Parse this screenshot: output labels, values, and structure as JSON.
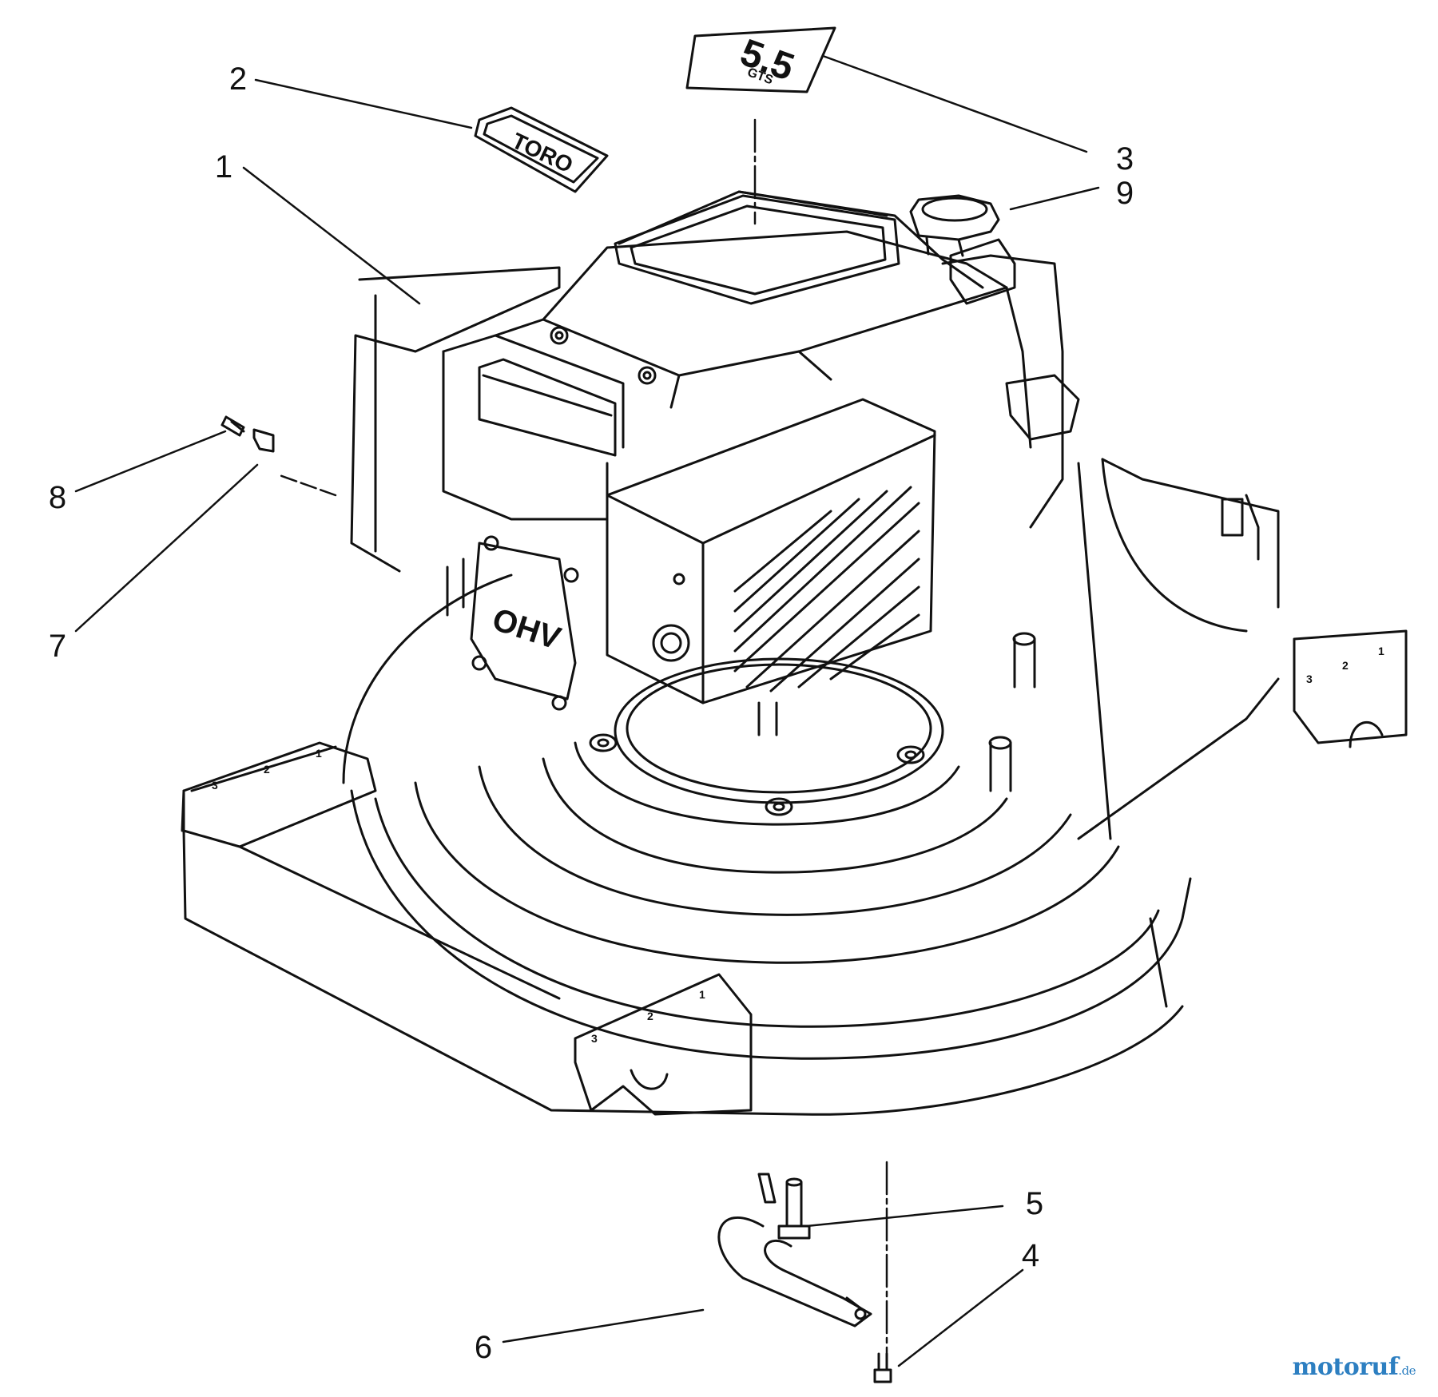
{
  "diagram": {
    "callouts": [
      "1",
      "2",
      "3",
      "4",
      "5",
      "6",
      "7",
      "8",
      "9"
    ],
    "badges": {
      "brand_decal": "TORO",
      "model_decal_top": "5.5",
      "model_decal_sub": "GTS",
      "engine_label": "OHV",
      "height_scale_left": [
        "3",
        "2",
        "1"
      ],
      "height_scale_right": [
        "3",
        "2",
        "1"
      ],
      "height_scale_front": [
        "3",
        "2",
        "1"
      ]
    }
  },
  "watermark": {
    "brand": "motoruf",
    "tld": ".de",
    "color": "#2d7fc1"
  },
  "colors": {
    "line": "#111111",
    "background": "#ffffff"
  }
}
